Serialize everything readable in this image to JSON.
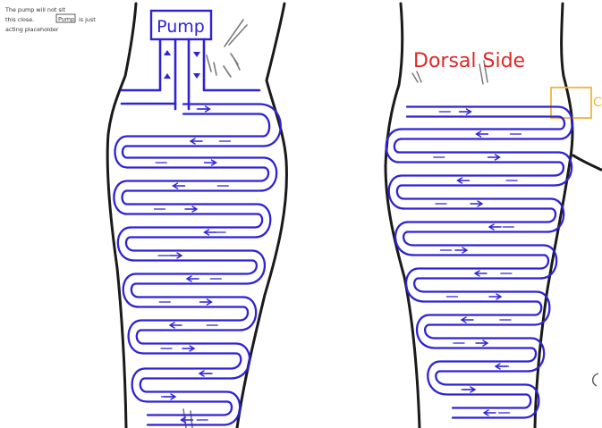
{
  "note": {
    "lines": [
      "The pump will not sit",
      "this close.",
      "is just",
      "acting placeholder"
    ],
    "boxed_word": "Pump"
  },
  "left_panel": {
    "pump_label": "Pump"
  },
  "right_panel": {
    "title": "Dorsal Side",
    "edge_glyph": "C"
  },
  "colors": {
    "tubing": "#2e22d6",
    "outline": "#1a1a1a",
    "sketch": "#7a7a7a",
    "title_red": "#e02828",
    "highlight_box": "#f2b33a",
    "background": "#ffffff"
  },
  "icons": {
    "flow_arrows": "arrow-icon",
    "pump_box": "pump-icon"
  }
}
